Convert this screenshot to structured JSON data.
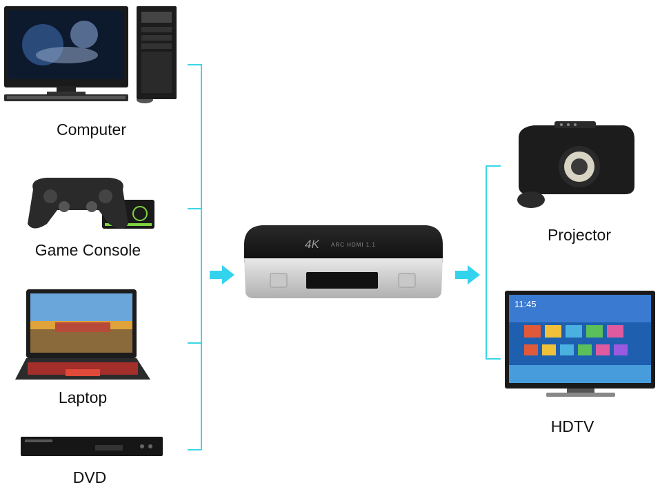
{
  "sources": [
    {
      "label": "Computer"
    },
    {
      "label": "Game Console"
    },
    {
      "label": "Laptop"
    },
    {
      "label": "DVD"
    }
  ],
  "outputs": [
    {
      "label": "Projector"
    },
    {
      "label": "HDTV"
    }
  ],
  "switch": {
    "badge": "4K",
    "model_text": "ARC HDMI 1.1"
  },
  "tv_screen": {
    "clock": "11:45"
  },
  "colors": {
    "connector": "#3ad6e6",
    "arrow": "#33d3ee"
  }
}
